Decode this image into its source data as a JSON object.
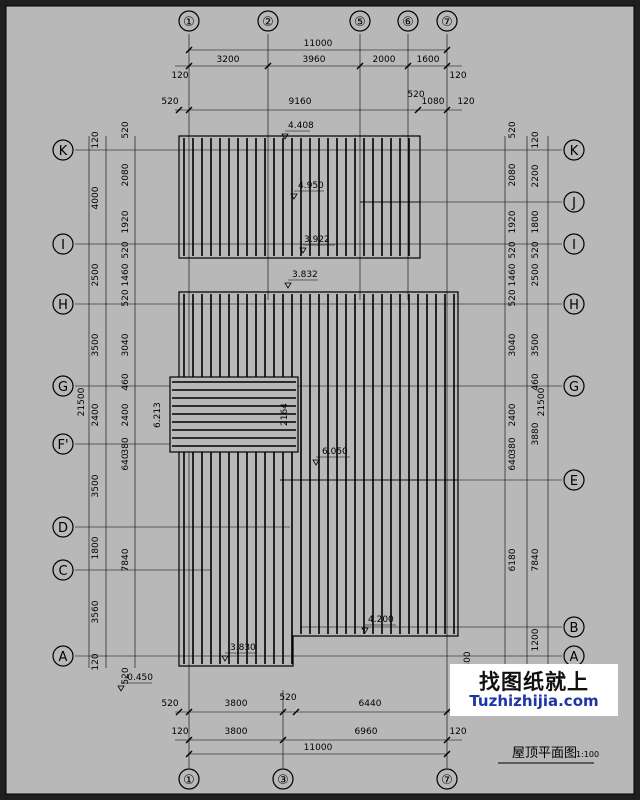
{
  "colors": {
    "paper": "#b8b8b8",
    "line": "#000000",
    "frame": "#1f1f1f",
    "watermark_blue": "#1c35a8"
  },
  "grid_top": [
    "①",
    "②",
    "⑤",
    "⑥",
    "⑦"
  ],
  "grid_bottom": [
    "①",
    "③",
    "⑦"
  ],
  "grid_left": [
    "K",
    "I",
    "H",
    "G",
    "F'",
    "D",
    "C",
    "A"
  ],
  "grid_right": [
    "K",
    "J",
    "I",
    "H",
    "G",
    "E",
    "B",
    "A"
  ],
  "top_dims": {
    "overall": "11000",
    "segments": [
      "3200",
      "3960",
      "2000",
      "1600"
    ],
    "edge_left": "120",
    "edge_right": "120",
    "upper_block": "9160",
    "left_overhang": "520",
    "right_overhang": "520",
    "right_gap": "1080",
    "right_edge2": "120"
  },
  "bottom_dims": {
    "row1_left": "520",
    "row1": [
      "3800",
      "6440"
    ],
    "row1_mid": "520",
    "row2": [
      "3800",
      "6960"
    ],
    "row2_left": "120",
    "row2_right": "120",
    "overall": "11000"
  },
  "left_dims": {
    "outer": [
      "120",
      "4000",
      "2500",
      "3500",
      "2400",
      "3500",
      "1800",
      "3560",
      "120"
    ],
    "inner": [
      "520",
      "2080",
      "1920",
      "520",
      "1460",
      "520",
      "3040",
      "460",
      "2400",
      "380",
      "640",
      "7840",
      "520"
    ],
    "total": "21500"
  },
  "right_dims": {
    "outer": [
      "120",
      "2200",
      "1800",
      "520",
      "2500",
      "3500",
      "460",
      "3880",
      "7840",
      "1200",
      "300"
    ],
    "inner": [
      "520",
      "2080",
      "1920",
      "520",
      "1460",
      "520",
      "3040",
      "2400",
      "380",
      "640",
      "6180"
    ],
    "total": "21500"
  },
  "elevations": [
    "4.408",
    "4.950",
    "3.922",
    "3.832",
    "6.213",
    "2164",
    "6.050",
    "4.200",
    "3.830",
    "-0.450"
  ],
  "title": "屋顶平面图",
  "scale": "1:100",
  "watermark": {
    "cn": "找图纸就上",
    "en": "Tuzhizhijia.com"
  }
}
